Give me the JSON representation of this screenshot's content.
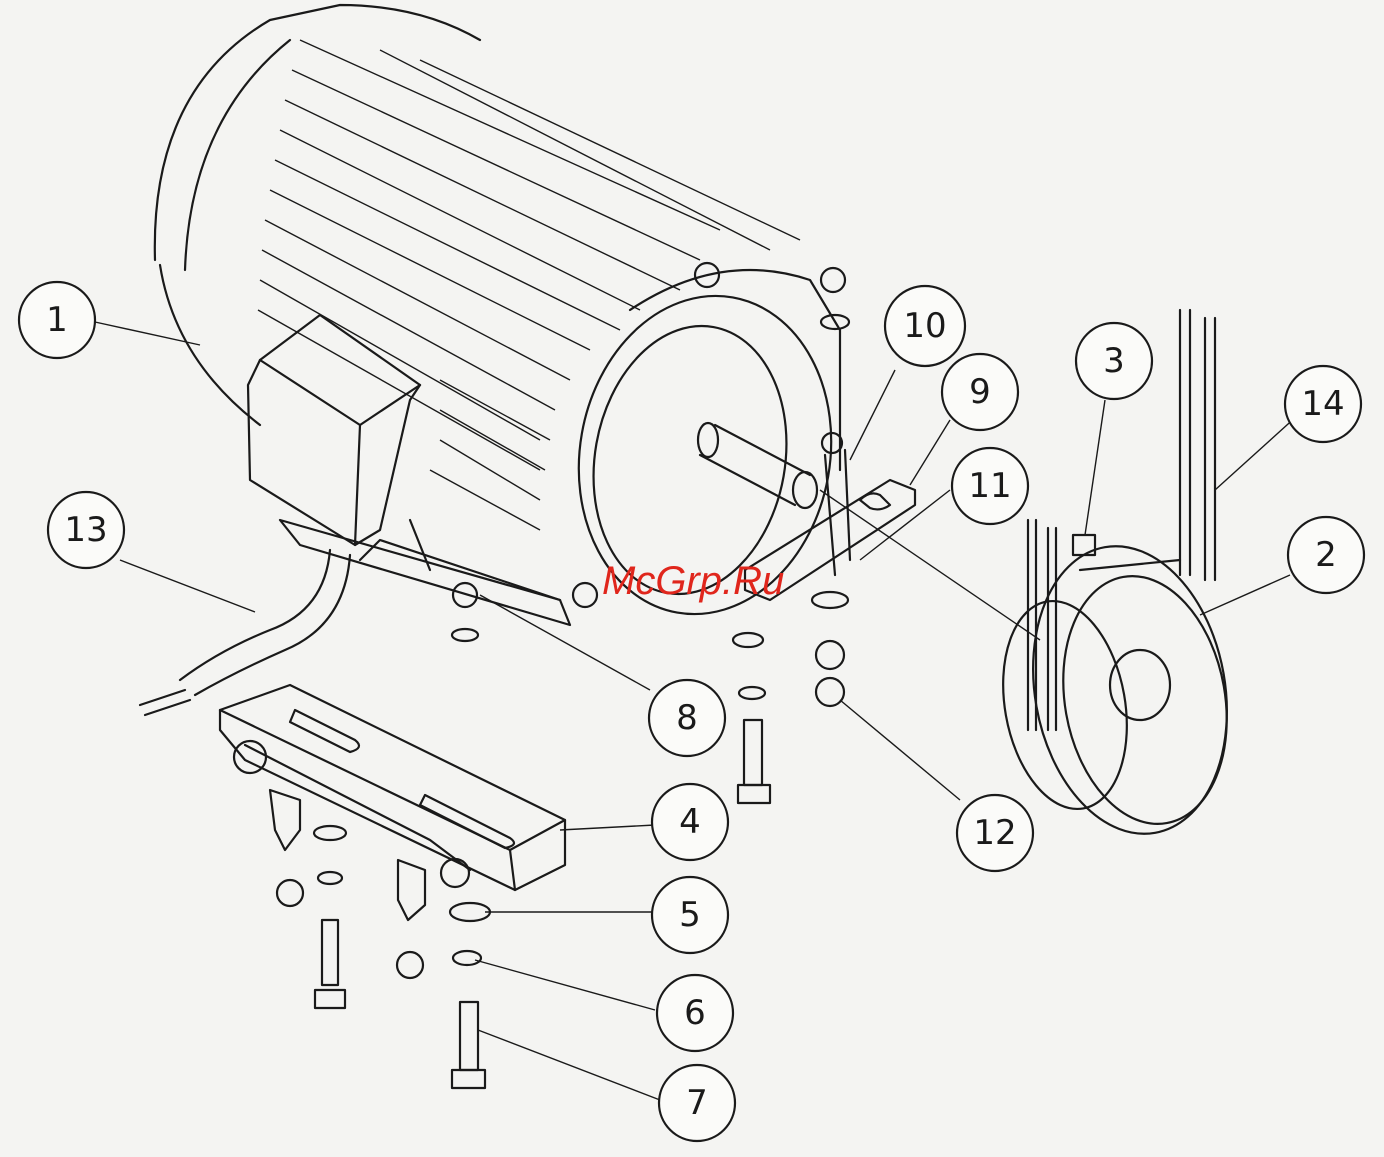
{
  "watermark": "McGrp.Ru",
  "callouts": [
    {
      "id": "1",
      "label": "1"
    },
    {
      "id": "2",
      "label": "2"
    },
    {
      "id": "3",
      "label": "3"
    },
    {
      "id": "4",
      "label": "4"
    },
    {
      "id": "5",
      "label": "5"
    },
    {
      "id": "6",
      "label": "6"
    },
    {
      "id": "7",
      "label": "7"
    },
    {
      "id": "8",
      "label": "8"
    },
    {
      "id": "9",
      "label": "9"
    },
    {
      "id": "10",
      "label": "10"
    },
    {
      "id": "11",
      "label": "11"
    },
    {
      "id": "12",
      "label": "12"
    },
    {
      "id": "13",
      "label": "13"
    },
    {
      "id": "14",
      "label": "14"
    }
  ],
  "colors": {
    "ink": "#1a1a1a",
    "paper": "#f4f4f2",
    "watermark": "#e0261c"
  }
}
